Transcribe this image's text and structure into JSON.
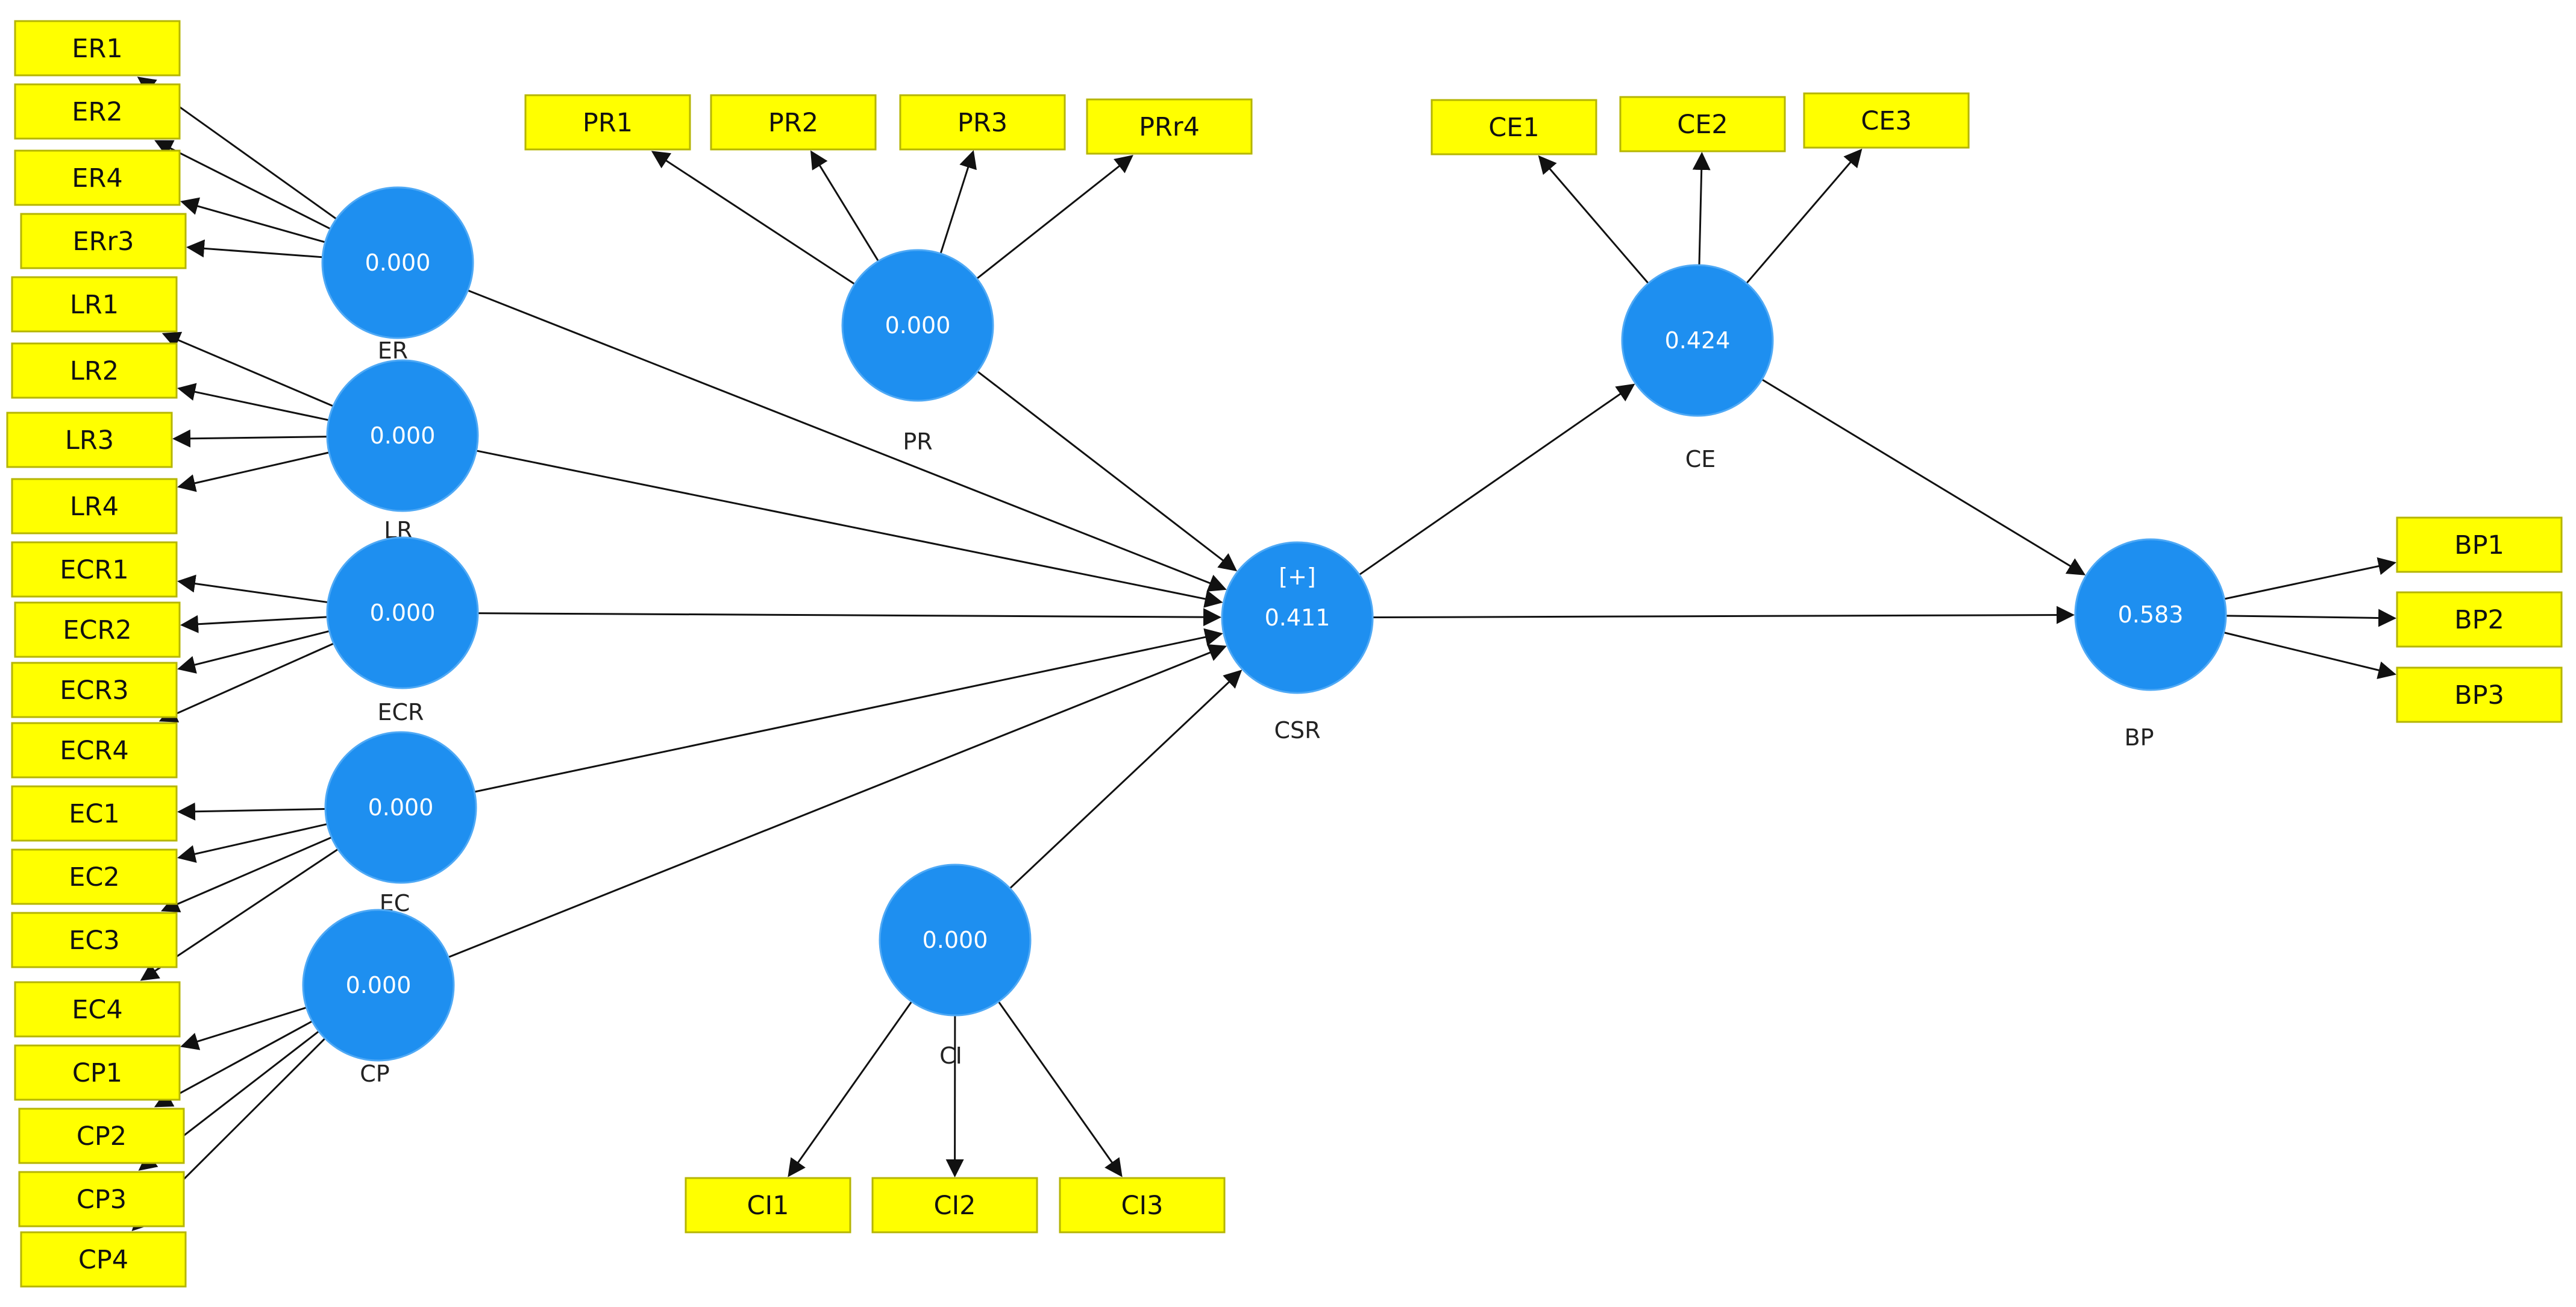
{
  "colors": {
    "node_fill": "#1e8ff0",
    "node_stroke": "#4fa9f5",
    "box_fill": "#ffff00",
    "box_stroke": "#b5b500",
    "edge": "#111111"
  },
  "constructs": {
    "ER": {
      "value": "0.000",
      "label": "ER"
    },
    "LR": {
      "value": "0.000",
      "label": "LR"
    },
    "ECR": {
      "value": "0.000",
      "label": "ECR"
    },
    "EC": {
      "value": "0.000",
      "label": "EC"
    },
    "CP": {
      "value": "0.000",
      "label": "CP"
    },
    "PR": {
      "value": "0.000",
      "label": "PR"
    },
    "CI": {
      "value": "0.000",
      "label": "CI"
    },
    "CSR": {
      "value": "0.411",
      "label": "CSR",
      "badge": "[+]"
    },
    "CE": {
      "value": "0.424",
      "label": "CE"
    },
    "BP": {
      "value": "0.583",
      "label": "BP"
    }
  },
  "indicators": {
    "ER1": "ER1",
    "ER2": "ER2",
    "ER4": "ER4",
    "ERr3": "ERr3",
    "LR1": "LR1",
    "LR2": "LR2",
    "LR3": "LR3",
    "LR4": "LR4",
    "ECR1": "ECR1",
    "ECR2": "ECR2",
    "ECR3": "ECR3",
    "ECR4": "ECR4",
    "EC1": "EC1",
    "EC2": "EC2",
    "EC3": "EC3",
    "EC4": "EC4",
    "CP1": "CP1",
    "CP2": "CP2",
    "CP3": "CP3",
    "CP4": "CP4",
    "PR1": "PR1",
    "PR2": "PR2",
    "PR3": "PR3",
    "PRr4": "PRr4",
    "CE1": "CE1",
    "CE2": "CE2",
    "CE3": "CE3",
    "CI1": "CI1",
    "CI2": "CI2",
    "CI3": "CI3",
    "BP1": "BP1",
    "BP2": "BP2",
    "BP3": "BP3"
  },
  "edges": [
    {
      "from": "ER",
      "to": "ER1"
    },
    {
      "from": "ER",
      "to": "ER2"
    },
    {
      "from": "ER",
      "to": "ER4"
    },
    {
      "from": "ER",
      "to": "ERr3"
    },
    {
      "from": "LR",
      "to": "LR1"
    },
    {
      "from": "LR",
      "to": "LR2"
    },
    {
      "from": "LR",
      "to": "LR3"
    },
    {
      "from": "LR",
      "to": "LR4"
    },
    {
      "from": "ECR",
      "to": "ECR1"
    },
    {
      "from": "ECR",
      "to": "ECR2"
    },
    {
      "from": "ECR",
      "to": "ECR3"
    },
    {
      "from": "ECR",
      "to": "ECR4"
    },
    {
      "from": "EC",
      "to": "EC1"
    },
    {
      "from": "EC",
      "to": "EC2"
    },
    {
      "from": "EC",
      "to": "EC3"
    },
    {
      "from": "EC",
      "to": "EC4"
    },
    {
      "from": "CP",
      "to": "CP1"
    },
    {
      "from": "CP",
      "to": "CP2"
    },
    {
      "from": "CP",
      "to": "CP3"
    },
    {
      "from": "CP",
      "to": "CP4"
    },
    {
      "from": "PR",
      "to": "PR1"
    },
    {
      "from": "PR",
      "to": "PR2"
    },
    {
      "from": "PR",
      "to": "PR3"
    },
    {
      "from": "PR",
      "to": "PRr4"
    },
    {
      "from": "CE",
      "to": "CE1"
    },
    {
      "from": "CE",
      "to": "CE2"
    },
    {
      "from": "CE",
      "to": "CE3"
    },
    {
      "from": "CI",
      "to": "CI1"
    },
    {
      "from": "CI",
      "to": "CI2"
    },
    {
      "from": "CI",
      "to": "CI3"
    },
    {
      "from": "BP",
      "to": "BP1"
    },
    {
      "from": "BP",
      "to": "BP2"
    },
    {
      "from": "BP",
      "to": "BP3"
    },
    {
      "from": "ER",
      "to": "CSR"
    },
    {
      "from": "LR",
      "to": "CSR"
    },
    {
      "from": "ECR",
      "to": "CSR"
    },
    {
      "from": "EC",
      "to": "CSR"
    },
    {
      "from": "CP",
      "to": "CSR"
    },
    {
      "from": "PR",
      "to": "CSR"
    },
    {
      "from": "CI",
      "to": "CSR"
    },
    {
      "from": "CSR",
      "to": "CE"
    },
    {
      "from": "CSR",
      "to": "BP"
    },
    {
      "from": "CE",
      "to": "BP"
    }
  ]
}
